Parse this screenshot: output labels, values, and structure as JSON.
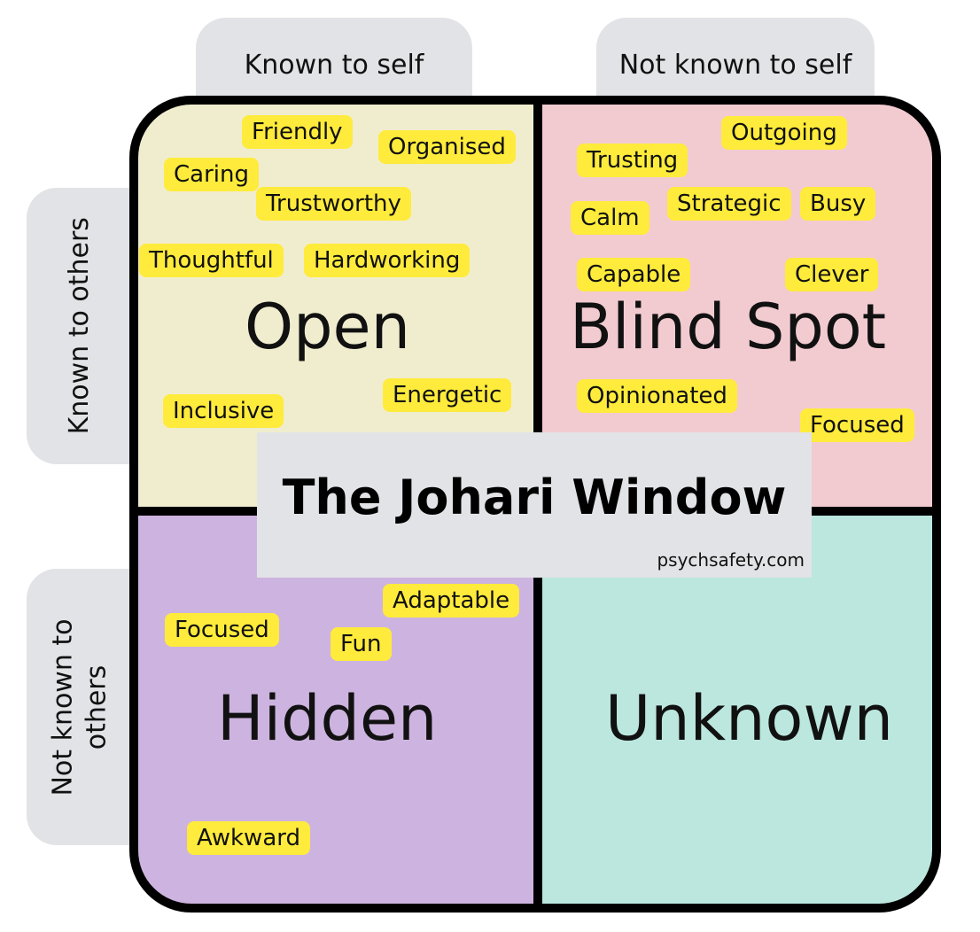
{
  "header_labels": {
    "known_to_self": "Known to self",
    "not_known_to_self": "Not known to self"
  },
  "side_labels": {
    "known_to_others": "Known to others",
    "not_known_to_others_line1": "Not known to",
    "not_known_to_others_line2": "others"
  },
  "quadrants": {
    "open": {
      "title": "Open",
      "traits": [
        "Friendly",
        "Organised",
        "Caring",
        "Trustworthy",
        "Thoughtful",
        "Hardworking",
        "Inclusive",
        "Energetic"
      ]
    },
    "blind_spot": {
      "title": "Blind Spot",
      "traits": [
        "Outgoing",
        "Trusting",
        "Calm",
        "Strategic",
        "Busy",
        "Capable",
        "Clever",
        "Opinionated",
        "Focused"
      ]
    },
    "hidden": {
      "title": "Hidden",
      "traits": [
        "Adaptable",
        "Focused",
        "Fun",
        "Awkward"
      ]
    },
    "unknown": {
      "title": "Unknown",
      "traits": []
    }
  },
  "center": {
    "title": "The Johari Window",
    "site": "psychsafety.com"
  },
  "colors": {
    "open": "#f0edcf",
    "blind_spot": "#f2cbd1",
    "hidden": "#cdb3df",
    "unknown": "#bbe7de",
    "tag": "#ffeb3b",
    "label_bg": "#e2e3e6"
  }
}
